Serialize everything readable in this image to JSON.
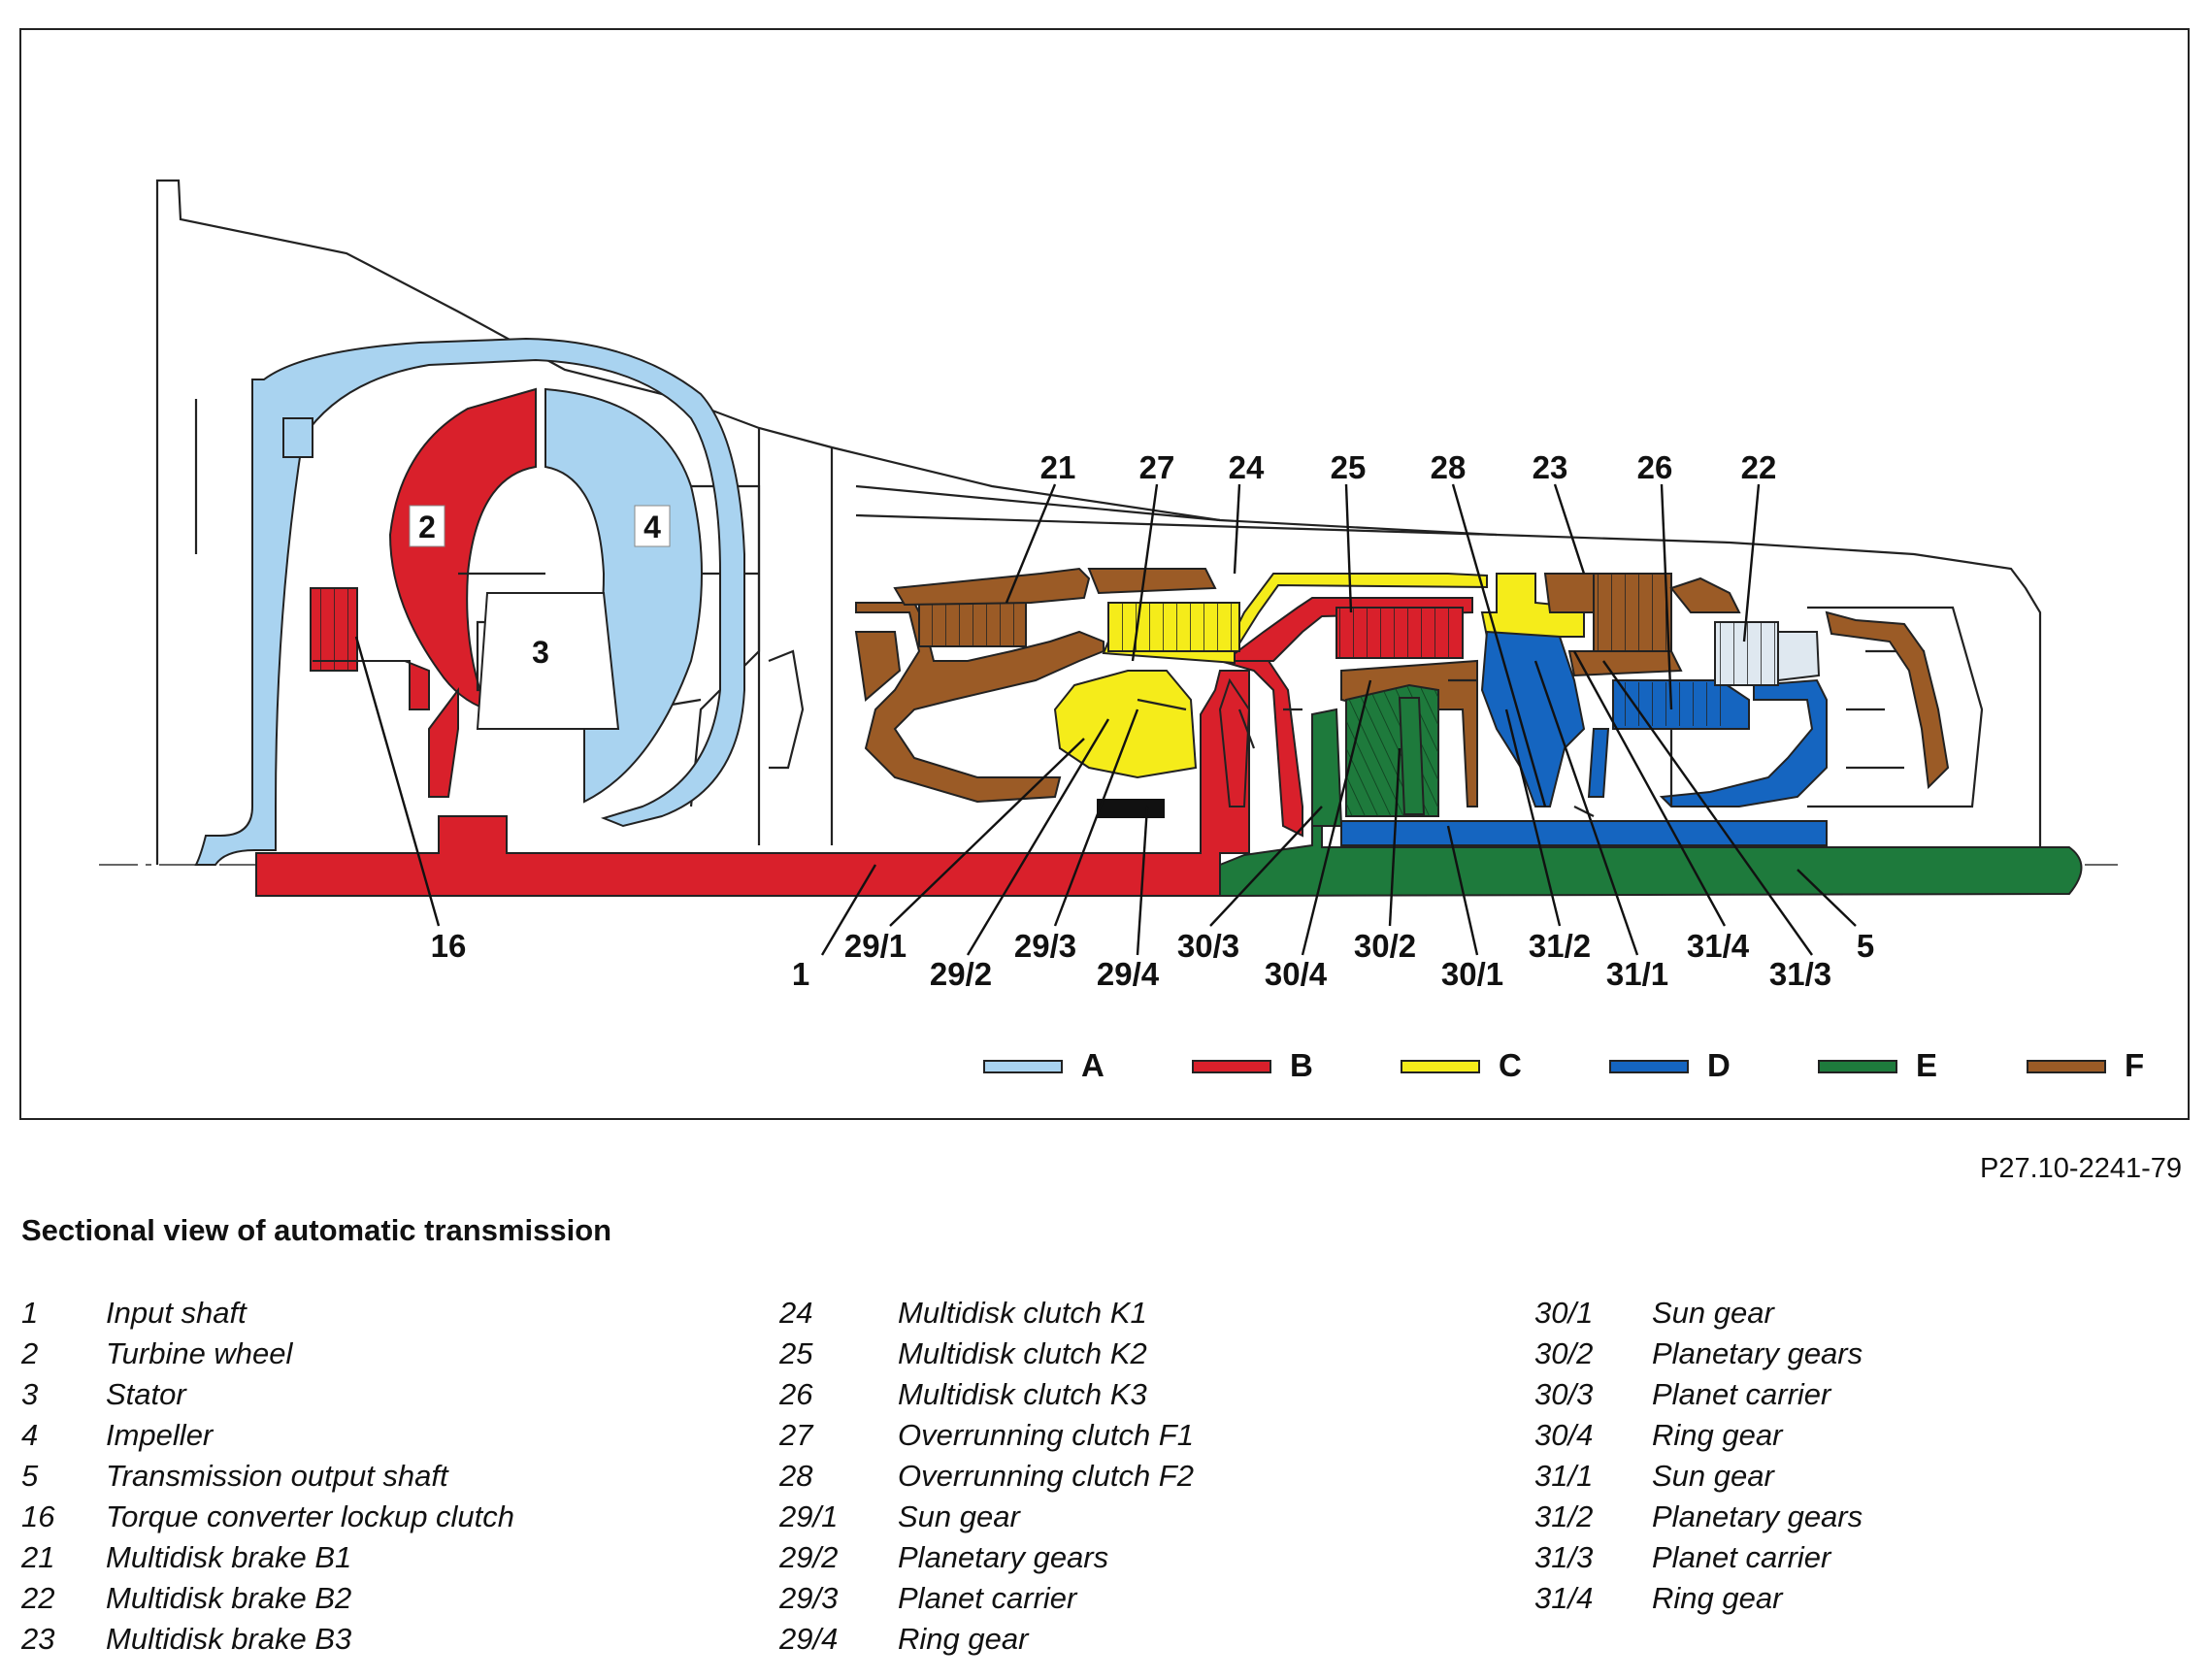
{
  "figure": {
    "callouts": {
      "c21": "21",
      "c27": "27",
      "c24": "24",
      "c25": "25",
      "c28": "28",
      "c23": "23",
      "c26": "26",
      "c22": "22",
      "c16": "16",
      "c1": "1",
      "c29_1": "29/1",
      "c29_2": "29/2",
      "c29_3": "29/3",
      "c29_4": "29/4",
      "c30_3": "30/3",
      "c30_4": "30/4",
      "c30_2": "30/2",
      "c30_1": "30/1",
      "c31_2": "31/2",
      "c31_1": "31/1",
      "c31_4": "31/4",
      "c31_3": "31/3",
      "c5": "5"
    },
    "inner_labels": {
      "l2": "2",
      "l3": "3",
      "l4": "4"
    },
    "color_key": [
      {
        "label": "A",
        "color": "#a9d3f0"
      },
      {
        "label": "B",
        "color": "#d9202b"
      },
      {
        "label": "C",
        "color": "#f5ec1a"
      },
      {
        "label": "D",
        "color": "#1565c0"
      },
      {
        "label": "E",
        "color": "#1e7a3c"
      },
      {
        "label": "F",
        "color": "#9b5b26"
      }
    ]
  },
  "reference_code": "P27.10-2241-79",
  "title": "Sectional view of automatic transmission",
  "legend": {
    "col1": [
      {
        "num": "1",
        "text": "Input shaft"
      },
      {
        "num": "2",
        "text": "Turbine wheel"
      },
      {
        "num": "3",
        "text": "Stator"
      },
      {
        "num": "4",
        "text": "Impeller"
      },
      {
        "num": "5",
        "text": "Transmission output shaft"
      },
      {
        "num": "16",
        "text": "Torque converter lockup clutch"
      },
      {
        "num": "21",
        "text": "Multidisk brake B1"
      },
      {
        "num": "22",
        "text": "Multidisk brake B2"
      },
      {
        "num": "23",
        "text": "Multidisk brake B3"
      }
    ],
    "col2": [
      {
        "num": "24",
        "text": "Multidisk clutch K1"
      },
      {
        "num": "25",
        "text": "Multidisk clutch K2"
      },
      {
        "num": "26",
        "text": "Multidisk clutch K3"
      },
      {
        "num": "27",
        "text": "Overrunning clutch F1"
      },
      {
        "num": "28",
        "text": "Overrunning clutch F2"
      },
      {
        "num": "29/1",
        "text": "Sun gear"
      },
      {
        "num": "29/2",
        "text": "Planetary gears"
      },
      {
        "num": "29/3",
        "text": "Planet carrier"
      },
      {
        "num": "29/4",
        "text": "Ring gear"
      }
    ],
    "col3": [
      {
        "num": "30/1",
        "text": "Sun gear"
      },
      {
        "num": "30/2",
        "text": "Planetary gears"
      },
      {
        "num": "30/3",
        "text": "Planet carrier"
      },
      {
        "num": "30/4",
        "text": "Ring gear"
      },
      {
        "num": "31/1",
        "text": "Sun gear"
      },
      {
        "num": "31/2",
        "text": "Planetary gears"
      },
      {
        "num": "31/3",
        "text": "Planet carrier"
      },
      {
        "num": "31/4",
        "text": "Ring gear"
      }
    ]
  }
}
